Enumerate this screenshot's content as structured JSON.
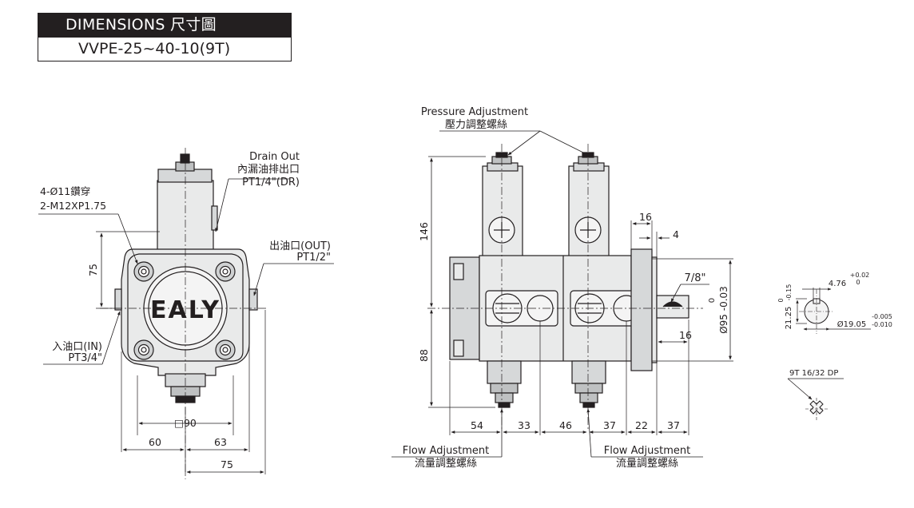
{
  "header": {
    "title": "DIMENSIONS 尺寸圖",
    "model": "VVPE-25~40-10(9T)"
  },
  "front_view": {
    "logo": "EALY",
    "callout_drain_en": "Drain  Out",
    "callout_drain_cn": "內漏油排出口",
    "callout_drain_spec": "PT1/4\"(DR)",
    "callout_holes": "4-Ø11鑽穿",
    "callout_thread": "2-M12XP1.75",
    "callout_outlet": "出油口(OUT)",
    "callout_outlet_spec": "PT1/2\"",
    "callout_inlet": "入油口(IN)",
    "callout_inlet_spec": "PT3/4\"",
    "dim_75_vertical": "75",
    "dim_square_90": "□90",
    "dim_60": "60",
    "dim_63": "63",
    "dim_75_bottom": "75"
  },
  "side_view": {
    "pressure_en": "Pressure  Adjustment",
    "pressure_cn": "壓力調整螺絲",
    "flow_en_left": "Flow  Adjustment",
    "flow_cn_left": "流量調整螺絲",
    "flow_en_right": "Flow  Adjustment",
    "flow_cn_right": "流量調整螺絲",
    "dim_146": "146",
    "dim_88": "88",
    "dim_16_top": "16",
    "dim_4": "4",
    "dim_7_8": "7/8\"",
    "dim_16_shaft": "16",
    "dim_dia95": "Ø95 -0.03",
    "dim_dia95_upper": "0",
    "dim_54": "54",
    "dim_33": "33",
    "dim_46": "46",
    "dim_37a": "37",
    "dim_22": "22",
    "dim_37b": "37"
  },
  "shaft_detail": {
    "dim_476": "4.76",
    "tol_476_upper": "+0.02",
    "tol_476_lower": "0",
    "dim_2125": "21.25",
    "tol_2125": "-0.15",
    "tol_2125_upper": "0",
    "dim_dia1905": "Ø19.05",
    "tol_1905_upper": "-0.005",
    "tol_1905_lower": "-0.010",
    "spline_label": "9T  16/32  DP"
  }
}
